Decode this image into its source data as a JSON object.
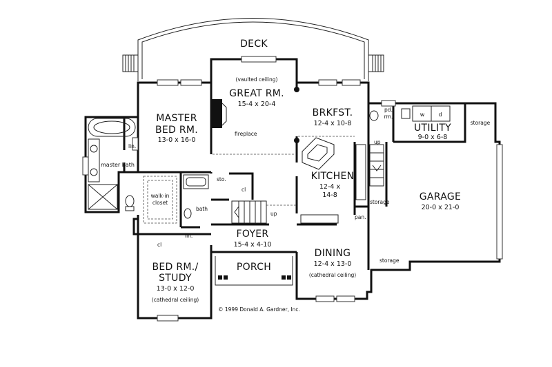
{
  "rooms": {
    "deck": {
      "name": "DECK"
    },
    "great_room": {
      "note": "(vaulted ceiling)",
      "name": "GREAT RM.",
      "dims": "15-4  x  20-4",
      "fireplace": "fireplace"
    },
    "master_bed": {
      "name1": "MASTER",
      "name2": "BED RM.",
      "dims": "13-0  x  16-0"
    },
    "master_bath": {
      "name": "master bath",
      "linen": "lin."
    },
    "breakfast": {
      "name": "BRKFST.",
      "dims": "12-4  x  10-8"
    },
    "powder_room": {
      "name1": "pd.",
      "name2": "rm."
    },
    "utility": {
      "washer": "w",
      "dryer": "d",
      "name": "UTILITY",
      "dims": "9-0  x  6-8"
    },
    "storage_top": {
      "name": "storage"
    },
    "kitchen": {
      "name": "KITCHEN",
      "dims1": "12-4  x",
      "dims2": "14-8"
    },
    "garage": {
      "name": "GARAGE",
      "dims": "20-0  x  21-0",
      "up": "up",
      "storage_left": "storage",
      "storage_bottom": "storage",
      "pantry": "pan."
    },
    "closet_hall": {
      "sto": "sto.",
      "cl": "cl",
      "up": "up"
    },
    "walk_in": {
      "name1": "walk-in",
      "name2": "closet"
    },
    "bath": {
      "name": "bath",
      "linen": "lin."
    },
    "foyer": {
      "name": "FOYER",
      "dims": "15-4  x  4-10"
    },
    "porch": {
      "name": "PORCH"
    },
    "dining": {
      "name": "DINING",
      "dims": "12-4  x  13-0",
      "note": "(cathedral ceiling)"
    },
    "bed_study": {
      "cl": "cl",
      "name1": "BED RM./",
      "name2": "STUDY",
      "dims": "13-0  x  12-0",
      "note": "(cathedral ceiling)"
    }
  },
  "copyright": "©  1999  Donald  A. Gardner,  Inc."
}
